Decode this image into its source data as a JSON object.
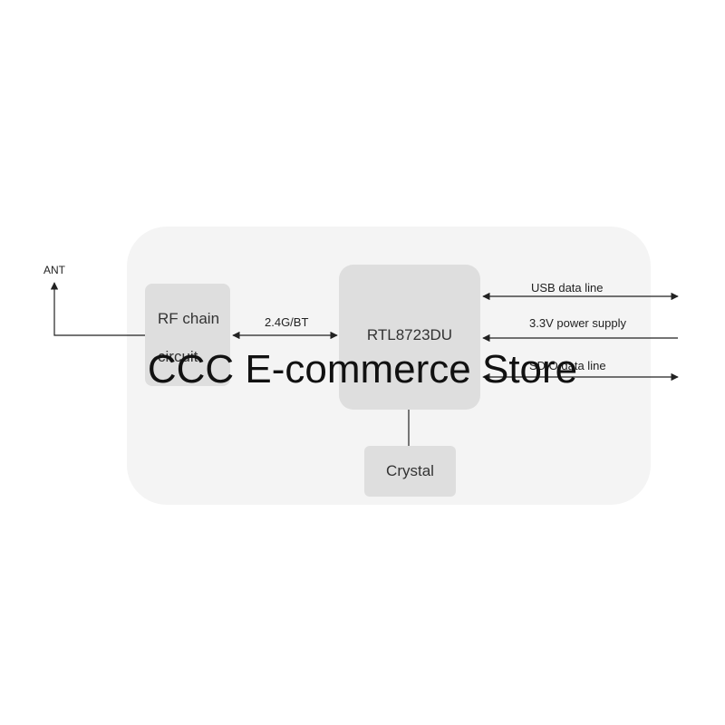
{
  "diagram": {
    "antenna_label": "ANT",
    "rf_block_label": "RF chain circuit",
    "link_label": "2.4G/BT",
    "chip_label": "RTL8723DU",
    "crystal_label": "Crystal",
    "interfaces": [
      {
        "label": "USB data line",
        "direction": "bidirectional"
      },
      {
        "label": "3.3V power supply",
        "direction": "inbound"
      },
      {
        "label": "SDIO data line",
        "direction": "bidirectional"
      }
    ]
  },
  "watermark": {
    "text": "CCC E-commerce Store"
  },
  "colors": {
    "panel": "#f4f4f4",
    "block": "#dedede",
    "line": "#222222"
  }
}
